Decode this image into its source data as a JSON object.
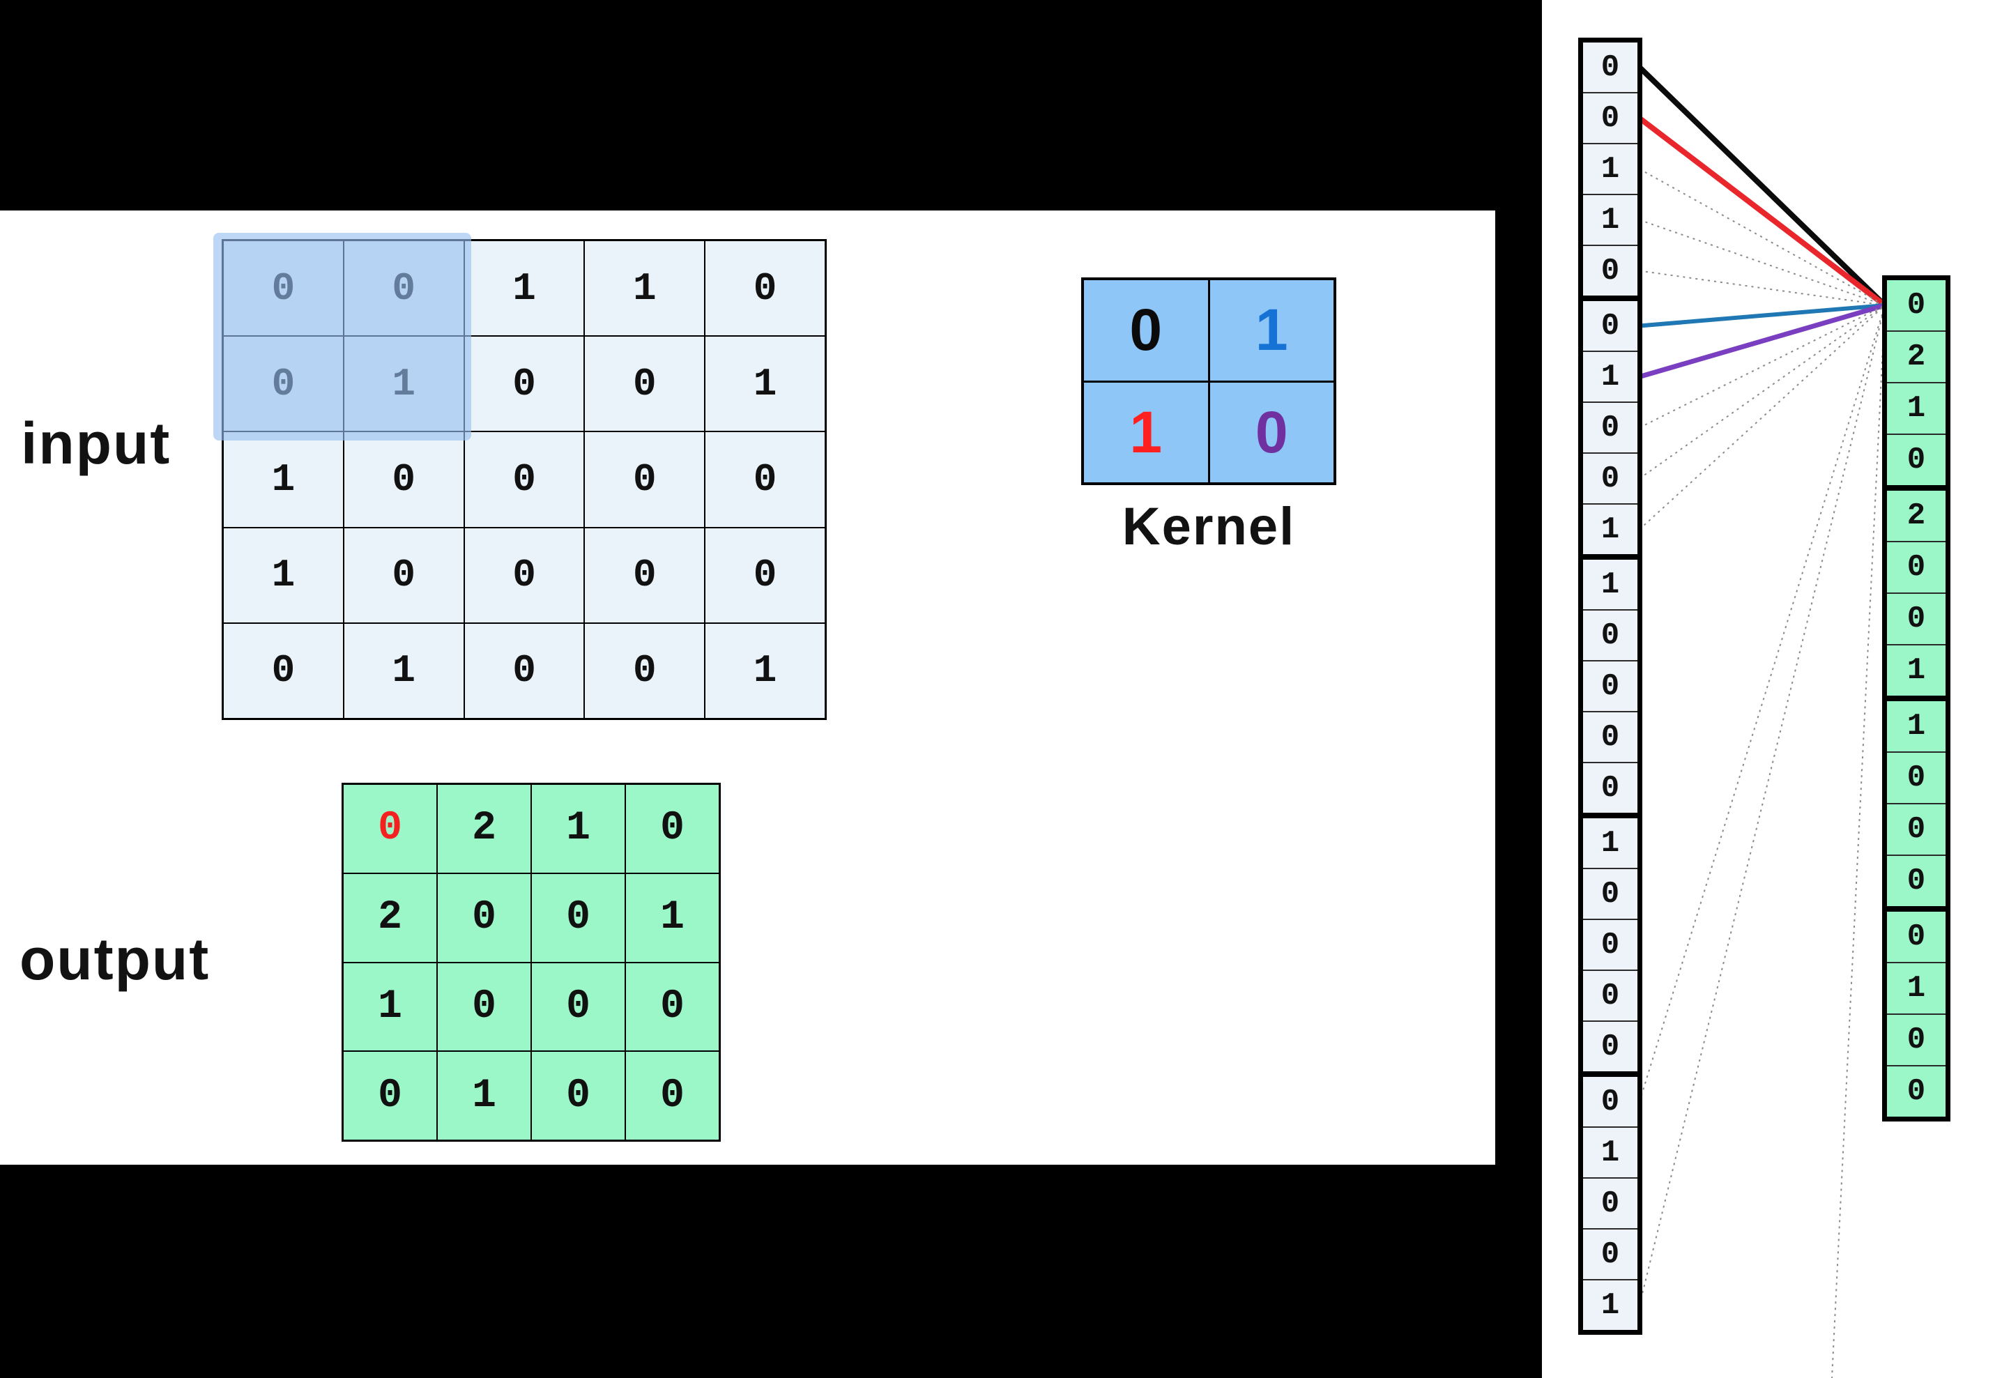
{
  "labels": {
    "input": "input",
    "output": "output",
    "kernel": "Kernel"
  },
  "input_matrix": {
    "rows": [
      [
        0,
        0,
        1,
        1,
        0
      ],
      [
        0,
        1,
        0,
        0,
        1
      ],
      [
        1,
        0,
        0,
        0,
        0
      ],
      [
        1,
        0,
        0,
        0,
        0
      ],
      [
        0,
        1,
        0,
        0,
        1
      ]
    ],
    "highlight": {
      "rows": 2,
      "cols": 2,
      "description": "top-left 2x2 kernel window",
      "color": "#b6d2f4"
    }
  },
  "kernel_matrix": {
    "rows": [
      [
        0,
        1
      ],
      [
        1,
        0
      ]
    ],
    "digit_colors": [
      [
        "#0b0b0b",
        "#1772d6"
      ],
      [
        "#ff2020",
        "#7030a0"
      ]
    ],
    "cell_background": "#8ec6f8"
  },
  "output_matrix": {
    "rows": [
      [
        0,
        2,
        1,
        0
      ],
      [
        2,
        0,
        0,
        1
      ],
      [
        1,
        0,
        0,
        0
      ],
      [
        0,
        1,
        0,
        0
      ]
    ],
    "highlighted_cell": {
      "row": 1,
      "col": 1,
      "digit_color": "#f52020"
    },
    "cell_background": "#9bf7c7"
  },
  "input_vector": {
    "groups": [
      [
        0,
        0,
        1,
        1,
        0
      ],
      [
        0,
        1,
        0,
        0,
        1
      ],
      [
        1,
        0,
        0,
        0,
        0
      ],
      [
        1,
        0,
        0,
        0,
        0
      ],
      [
        0,
        1,
        0,
        0,
        1
      ]
    ]
  },
  "output_vector": {
    "groups": [
      [
        0,
        2,
        1,
        0
      ],
      [
        2,
        0,
        0,
        1
      ],
      [
        1,
        0,
        0,
        0
      ],
      [
        0,
        1,
        0,
        0
      ]
    ]
  },
  "connections": {
    "target_output_cell": 1,
    "dashed_color": "#8a8a8a",
    "lines": [
      {
        "from_input_cell": 1,
        "style": "solid",
        "color": "#0b0b0b",
        "width": 8
      },
      {
        "from_input_cell": 2,
        "style": "solid",
        "color": "#e8262b",
        "width": 8
      },
      {
        "from_input_cell": 3,
        "style": "dashed"
      },
      {
        "from_input_cell": 4,
        "style": "dashed"
      },
      {
        "from_input_cell": 5,
        "style": "dashed"
      },
      {
        "from_input_cell": 6,
        "style": "solid",
        "color": "#1f77b4",
        "width": 6
      },
      {
        "from_input_cell": 7,
        "style": "solid",
        "color": "#7a3fc0",
        "width": 7
      },
      {
        "from_input_cell": 8,
        "style": "dashed"
      },
      {
        "from_input_cell": 9,
        "style": "dashed"
      },
      {
        "from_input_cell": 10,
        "style": "dashed"
      },
      {
        "from_input_cell": 21,
        "style": "dashed"
      },
      {
        "from_input_cell": 25,
        "style": "dashed"
      }
    ],
    "has_offscreen_dashed_line": true
  }
}
